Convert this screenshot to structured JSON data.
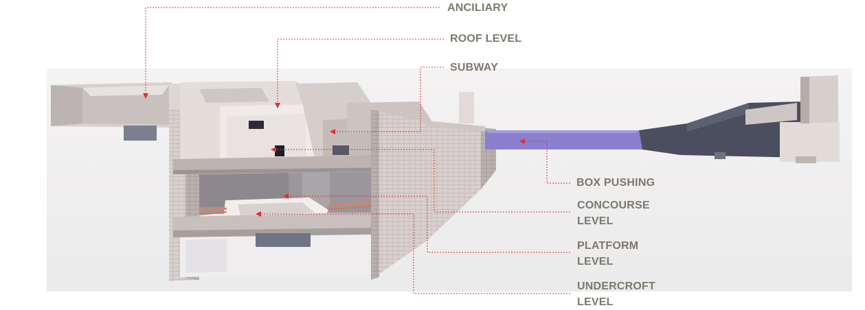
{
  "labels": {
    "anciliary": "ANCILIARY",
    "roof_level": "ROOF LEVEL",
    "subway": "SUBWAY",
    "box_pushing": "BOX PUSHING",
    "concourse_level": "CONCOURSE\nLEVEL",
    "platform_level": "PLATFORM\nLEVEL",
    "undercroft_level": "UNDERCROFT\nLEVEL"
  },
  "colors": {
    "label_text": "#7b786e",
    "leader_line": "#e0302a",
    "box_pushing_volume": "#8b7fd0",
    "structure_light": "#e2dbd8",
    "structure_dark": "#4a4e5e"
  }
}
